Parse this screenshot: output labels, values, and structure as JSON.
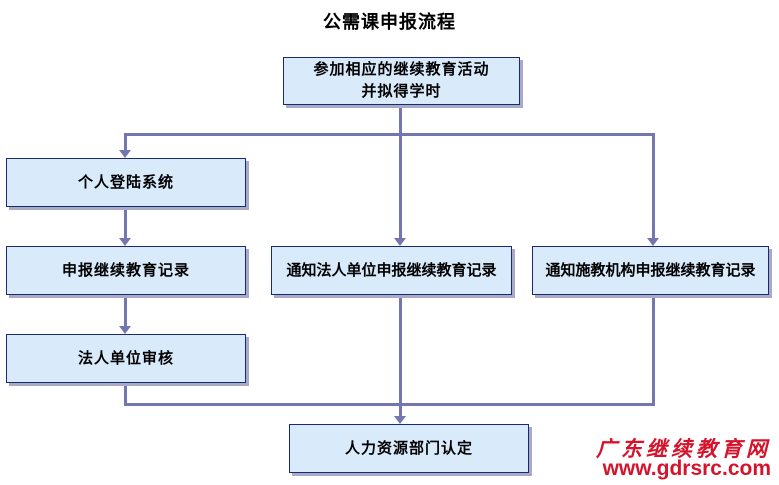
{
  "title": "公需课申报流程",
  "nodes": {
    "start": {
      "line1": "参加相应的继续教育活动",
      "line2": "并拟得学时"
    },
    "personal_login": {
      "label": "个人登陆系统"
    },
    "declare_record": {
      "label": "申报继续教育记录"
    },
    "legal_review": {
      "label": "法人单位审核"
    },
    "notify_legal": {
      "label": "通知法人单位申报继续教育记录"
    },
    "notify_institution": {
      "label": "通知施教机构申报继续教育记录"
    },
    "hr_confirm": {
      "label": "人力资源部门认定"
    }
  },
  "watermark": {
    "site_name": "广东继续教育网",
    "site_url": "www.gdrsrc.com"
  },
  "colors": {
    "box_fill": "#d9eafb",
    "box_border": "#1b2a70",
    "box_shadow": "#a9aac8",
    "connector": "#7477af",
    "watermark_red": "#d5132c"
  }
}
